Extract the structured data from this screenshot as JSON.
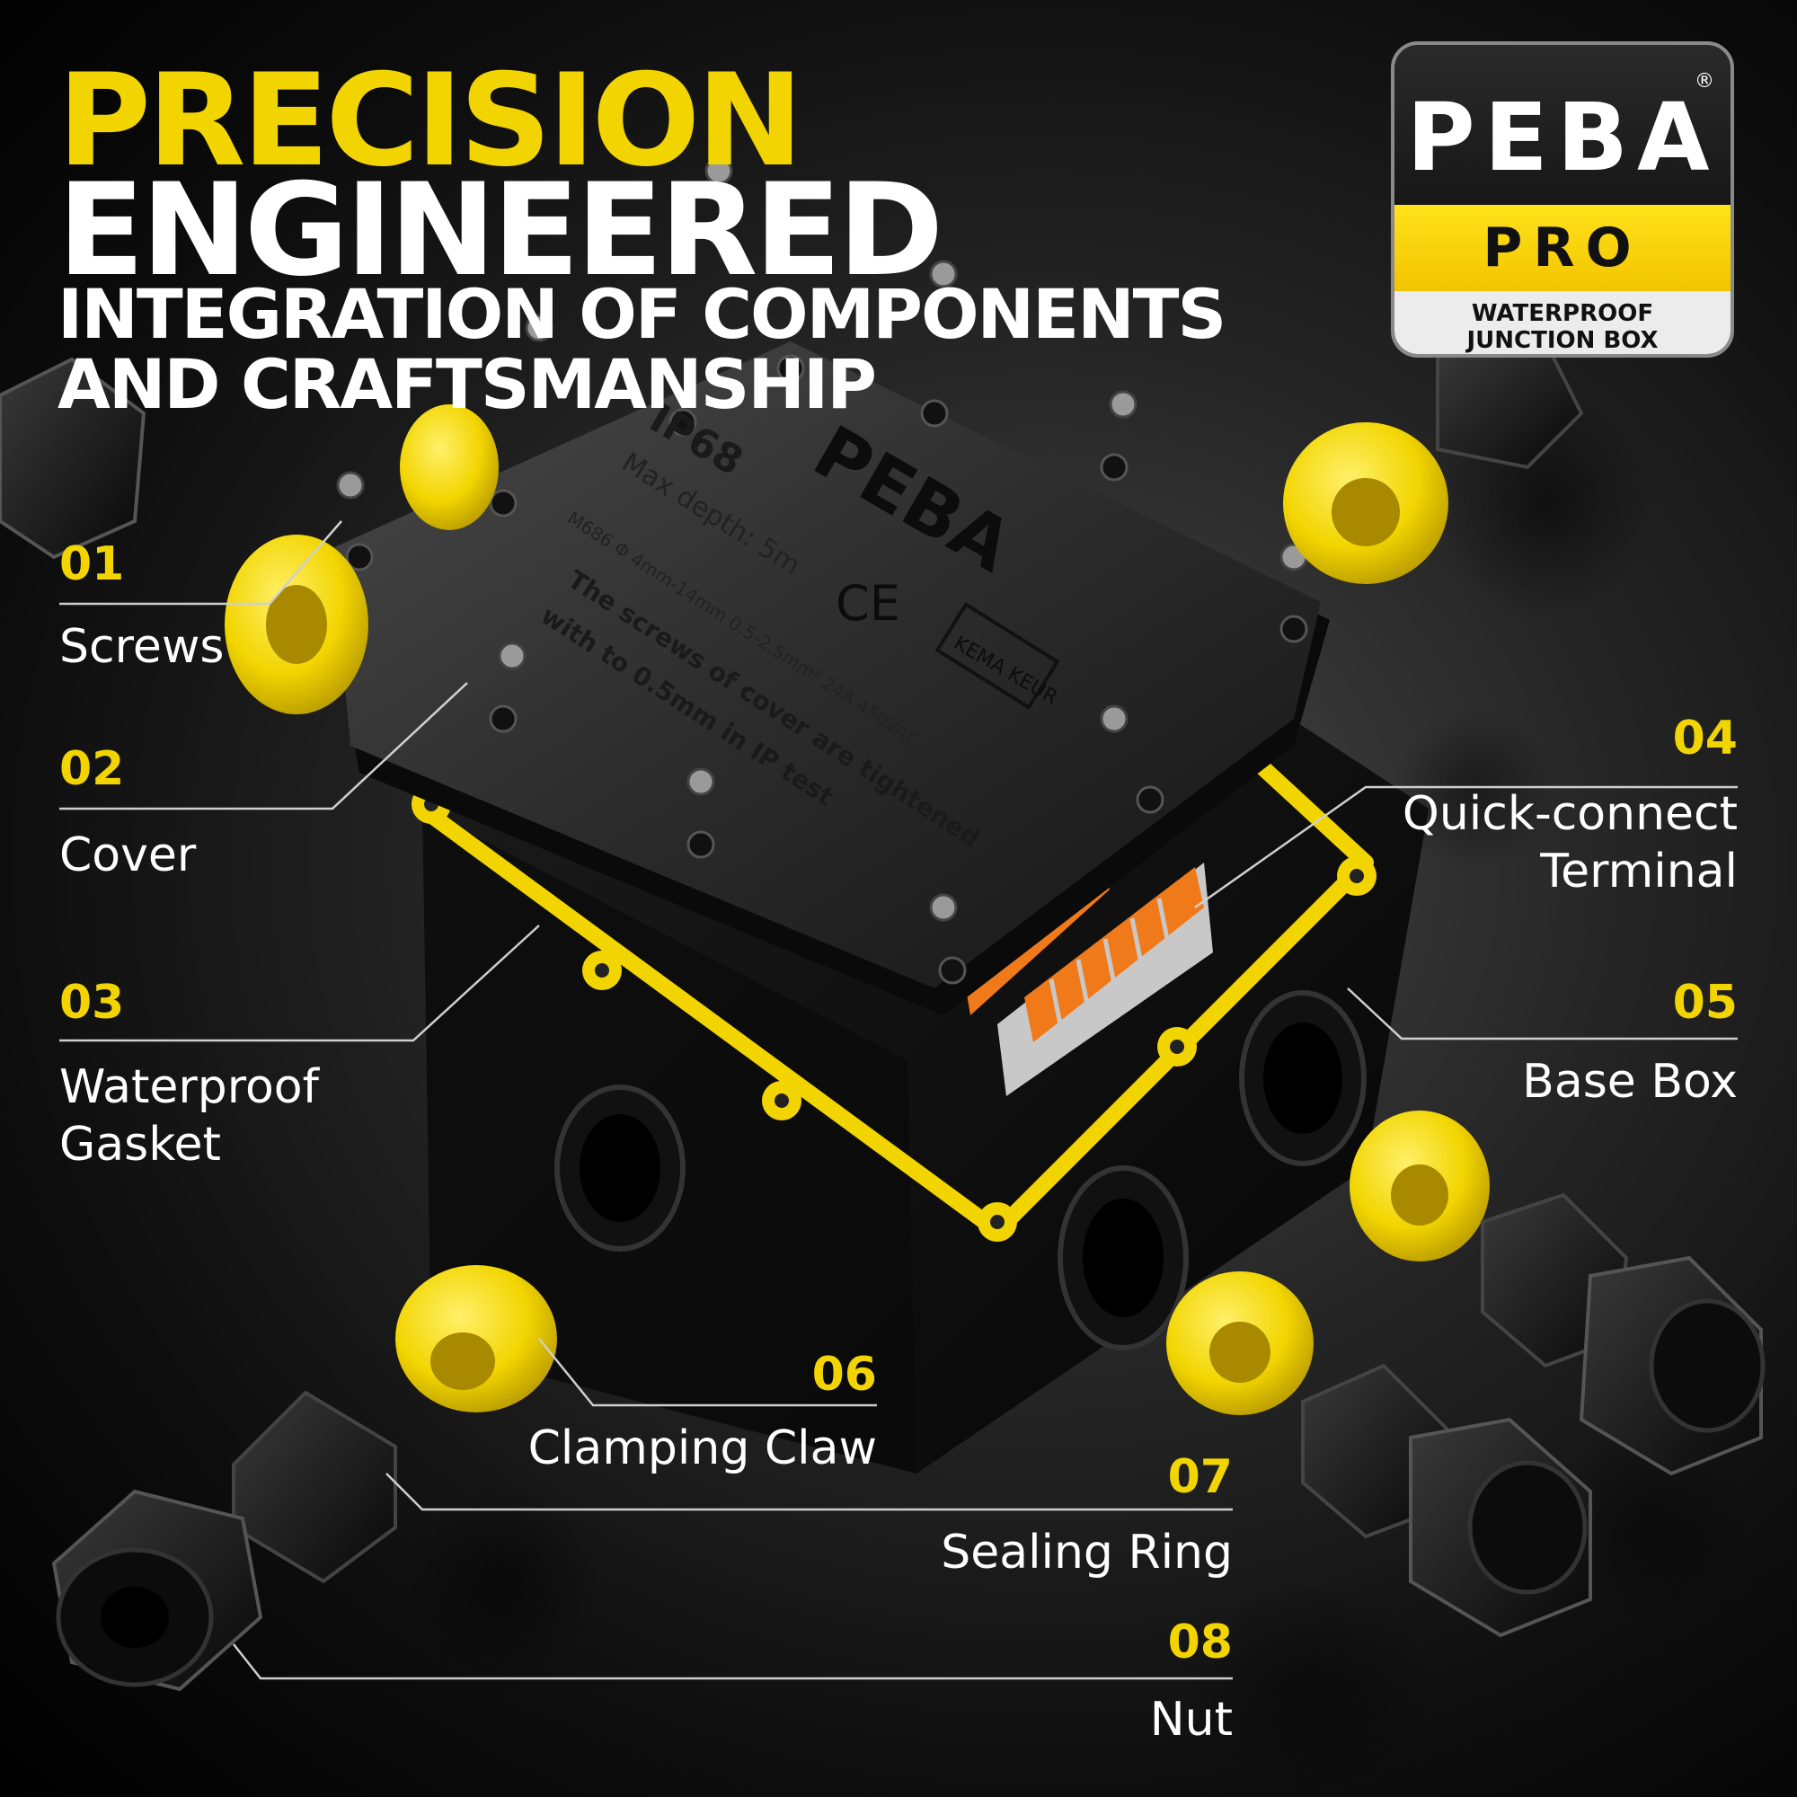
{
  "headline": {
    "line1": "PRECISION",
    "line2": "ENGINEERED",
    "line3": "INTEGRATION OF COMPONENTS",
    "line4": "AND CRAFTSMANSHIP"
  },
  "badge": {
    "brand": "PEBA",
    "registered": "®",
    "tier": "PRO",
    "product_line1": "WATERPROOF",
    "product_line2": "JUNCTION BOX"
  },
  "cover_print": {
    "brand": "PEBA",
    "rating": "IP68",
    "depth": "Max depth: 5m",
    "spec_line": "M686   Φ 4mm-14mm   0.5-2.5mm²   24A   450VAC",
    "note_line1": "The screws of cover are tightened",
    "note_line2": "with to 0.5mm in IP test",
    "ce_mark": "CE",
    "kema_mark": "KEMA KEUR"
  },
  "parts": [
    {
      "number": "01",
      "name": "Screws"
    },
    {
      "number": "02",
      "name": "Cover"
    },
    {
      "number": "03",
      "name_line1": "Waterproof",
      "name_line2": "Gasket"
    },
    {
      "number": "04",
      "name_line1": "Quick-connect",
      "name_line2": "Terminal"
    },
    {
      "number": "05",
      "name": "Base Box"
    },
    {
      "number": "06",
      "name": "Clamping Claw"
    },
    {
      "number": "07",
      "name": "Sealing Ring"
    },
    {
      "number": "08",
      "name": "Nut"
    }
  ],
  "colors": {
    "accent": "#f2d500",
    "text": "#ffffff",
    "background": "#0d0d0d",
    "terminal_levers": "#f07a1a"
  }
}
